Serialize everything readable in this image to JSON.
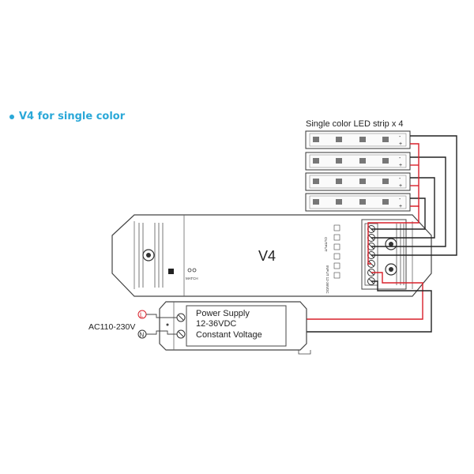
{
  "header": {
    "title": "V4 for single color"
  },
  "strips": {
    "label": "Single color LED strip x 4"
  },
  "controller": {
    "name": "V4",
    "output_label": "OUTPUT",
    "input_label": "INPUT\n12-36VDC",
    "match_label": "MATCH"
  },
  "power_supply": {
    "line1": "Power Supply",
    "line2": "12-36VDC",
    "line3": "Constant Voltage"
  },
  "mains": {
    "label": "AC110-230V",
    "live": "L",
    "neutral": "N"
  },
  "terminal_marks": {
    "plus": "+",
    "minus": "-"
  },
  "colors": {
    "heading": "#2aa8d8",
    "positive_wire": "#d8202a",
    "negative_wire": "#222222",
    "live_circle": "#d8202a"
  }
}
